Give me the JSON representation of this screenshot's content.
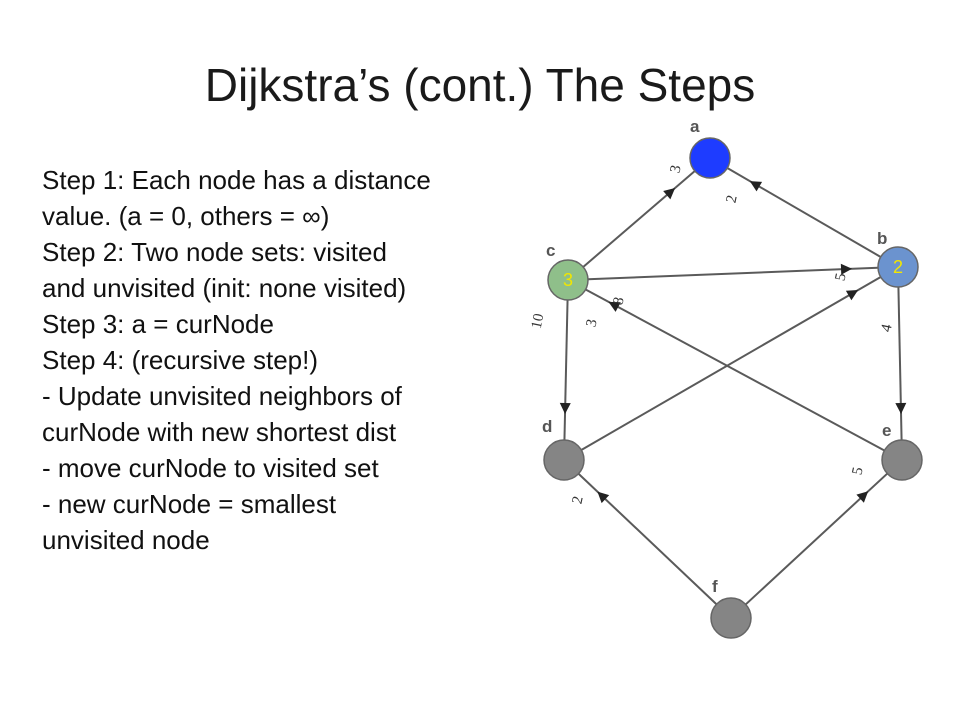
{
  "slide": {
    "title": "Dijkstra’s (cont.) The Steps"
  },
  "steps": [
    "Step 1: Each node has a distance",
    "value. (a = 0, others = ∞)",
    "Step 2: Two node sets: visited",
    "and unvisited (init: none visited)",
    "Step 3: a = curNode",
    "Step 4: (recursive step!)",
    "- Update unvisited neighbors of",
    "curNode with new shortest dist",
    "- move curNode to visited set",
    "- new curNode = smallest",
    "unvisited node"
  ],
  "graph": {
    "nodes": {
      "a": {
        "label": "a",
        "color": "#1e3cff"
      },
      "b": {
        "label": "b",
        "distance": "2",
        "color": "#6b93cf"
      },
      "c": {
        "label": "c",
        "distance": "3",
        "color": "#8fbf8a"
      },
      "d": {
        "label": "d",
        "color": "#858585"
      },
      "e": {
        "label": "e",
        "color": "#858585"
      },
      "f": {
        "label": "f",
        "color": "#858585"
      }
    },
    "edges": [
      {
        "from": "c",
        "to": "a",
        "weight": "3"
      },
      {
        "from": "b",
        "to": "a",
        "weight": "2"
      },
      {
        "from": "c",
        "to": "b",
        "weight": "5"
      },
      {
        "from": "e",
        "to": "c",
        "weight": "8"
      },
      {
        "from": "d",
        "to": "b",
        "weight": "3"
      },
      {
        "from": "c",
        "to": "d",
        "weight": "10"
      },
      {
        "from": "b",
        "to": "e",
        "weight": "4"
      },
      {
        "from": "f",
        "to": "d",
        "weight": "2"
      },
      {
        "from": "f",
        "to": "e",
        "weight": "5"
      }
    ],
    "edge_color": "#5a5a5a",
    "badge_text_color": "#f2e600"
  }
}
